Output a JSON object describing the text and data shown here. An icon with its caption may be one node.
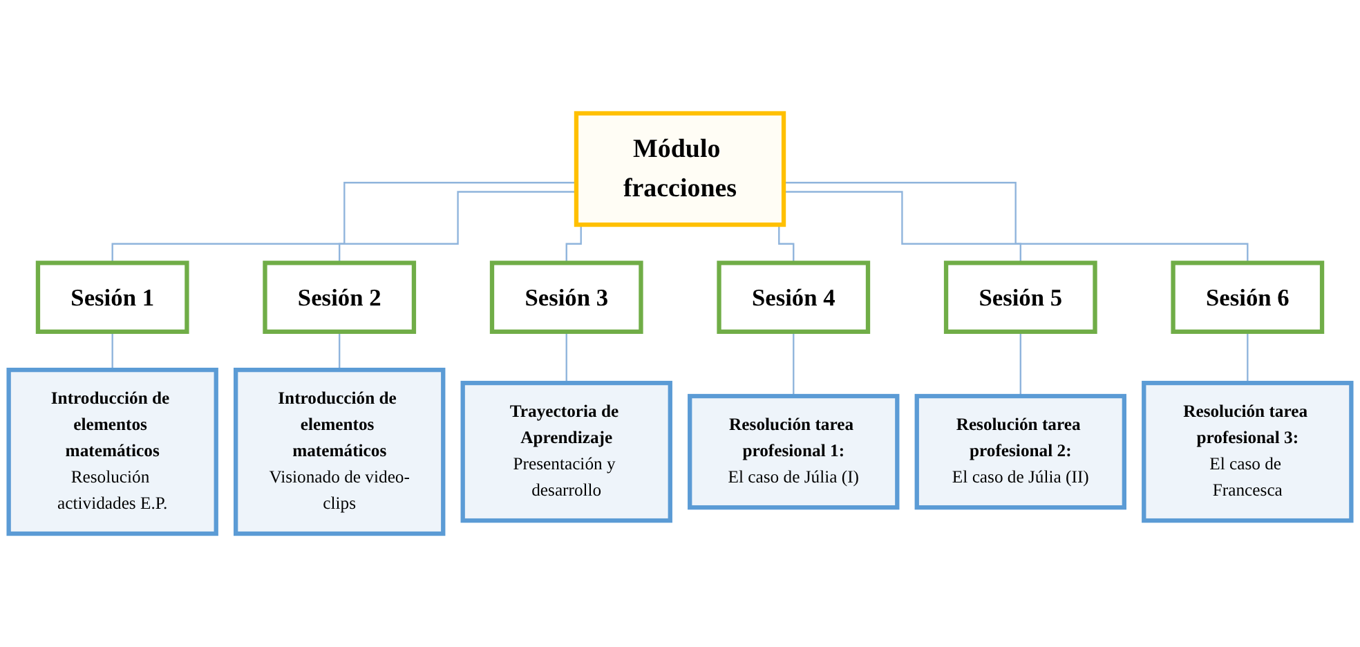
{
  "diagram": {
    "nodes": [
      {
        "text": [
          "Módulo fracciones"
        ]
      },
      {
        "text": [
          "Sesión 1"
        ]
      },
      {
        "text": [
          "Sesión 2"
        ]
      },
      {
        "text": [
          "Sesión 3"
        ]
      },
      {
        "text": [
          "Sesión 4"
        ]
      },
      {
        "text": [
          "Sesión 5"
        ]
      },
      {
        "text": [
          "Sesión 6"
        ]
      },
      {
        "text": [
          "Introducción de elementos matemáticos",
          "Resolución actividades E.P."
        ]
      },
      {
        "text": [
          "Introducción de elementos matemáticos",
          "Visionado de video-clips"
        ]
      },
      {
        "text": [
          "Trayectoria de Aprendizaje",
          "Presentación y desarrollo"
        ]
      },
      {
        "text": [
          "Resolución tarea profesional 1:",
          "El caso de Júlia (I)"
        ]
      },
      {
        "text": [
          "Resolución tarea profesional 2:",
          "El caso de Júlia (II)"
        ]
      },
      {
        "text": [
          "Resolución tarea profesional 3:",
          "El caso de Francesca"
        ]
      }
    ],
    "edges": [
      {
        "from": 0,
        "to": 1,
        "arrow": "none"
      },
      {
        "from": 0,
        "to": 2,
        "arrow": "none"
      },
      {
        "from": 0,
        "to": 3,
        "arrow": "none"
      },
      {
        "from": 0,
        "to": 4,
        "arrow": "none"
      },
      {
        "from": 0,
        "to": 5,
        "arrow": "none"
      },
      {
        "from": 0,
        "to": 6,
        "arrow": "none"
      },
      {
        "from": 1,
        "to": 7,
        "arrow": "none"
      },
      {
        "from": 2,
        "to": 8,
        "arrow": "none"
      },
      {
        "from": 3,
        "to": 9,
        "arrow": "none"
      },
      {
        "from": 4,
        "to": 10,
        "arrow": "none"
      },
      {
        "from": 5,
        "to": 11,
        "arrow": "none"
      },
      {
        "from": 6,
        "to": 12,
        "arrow": "none"
      }
    ]
  }
}
